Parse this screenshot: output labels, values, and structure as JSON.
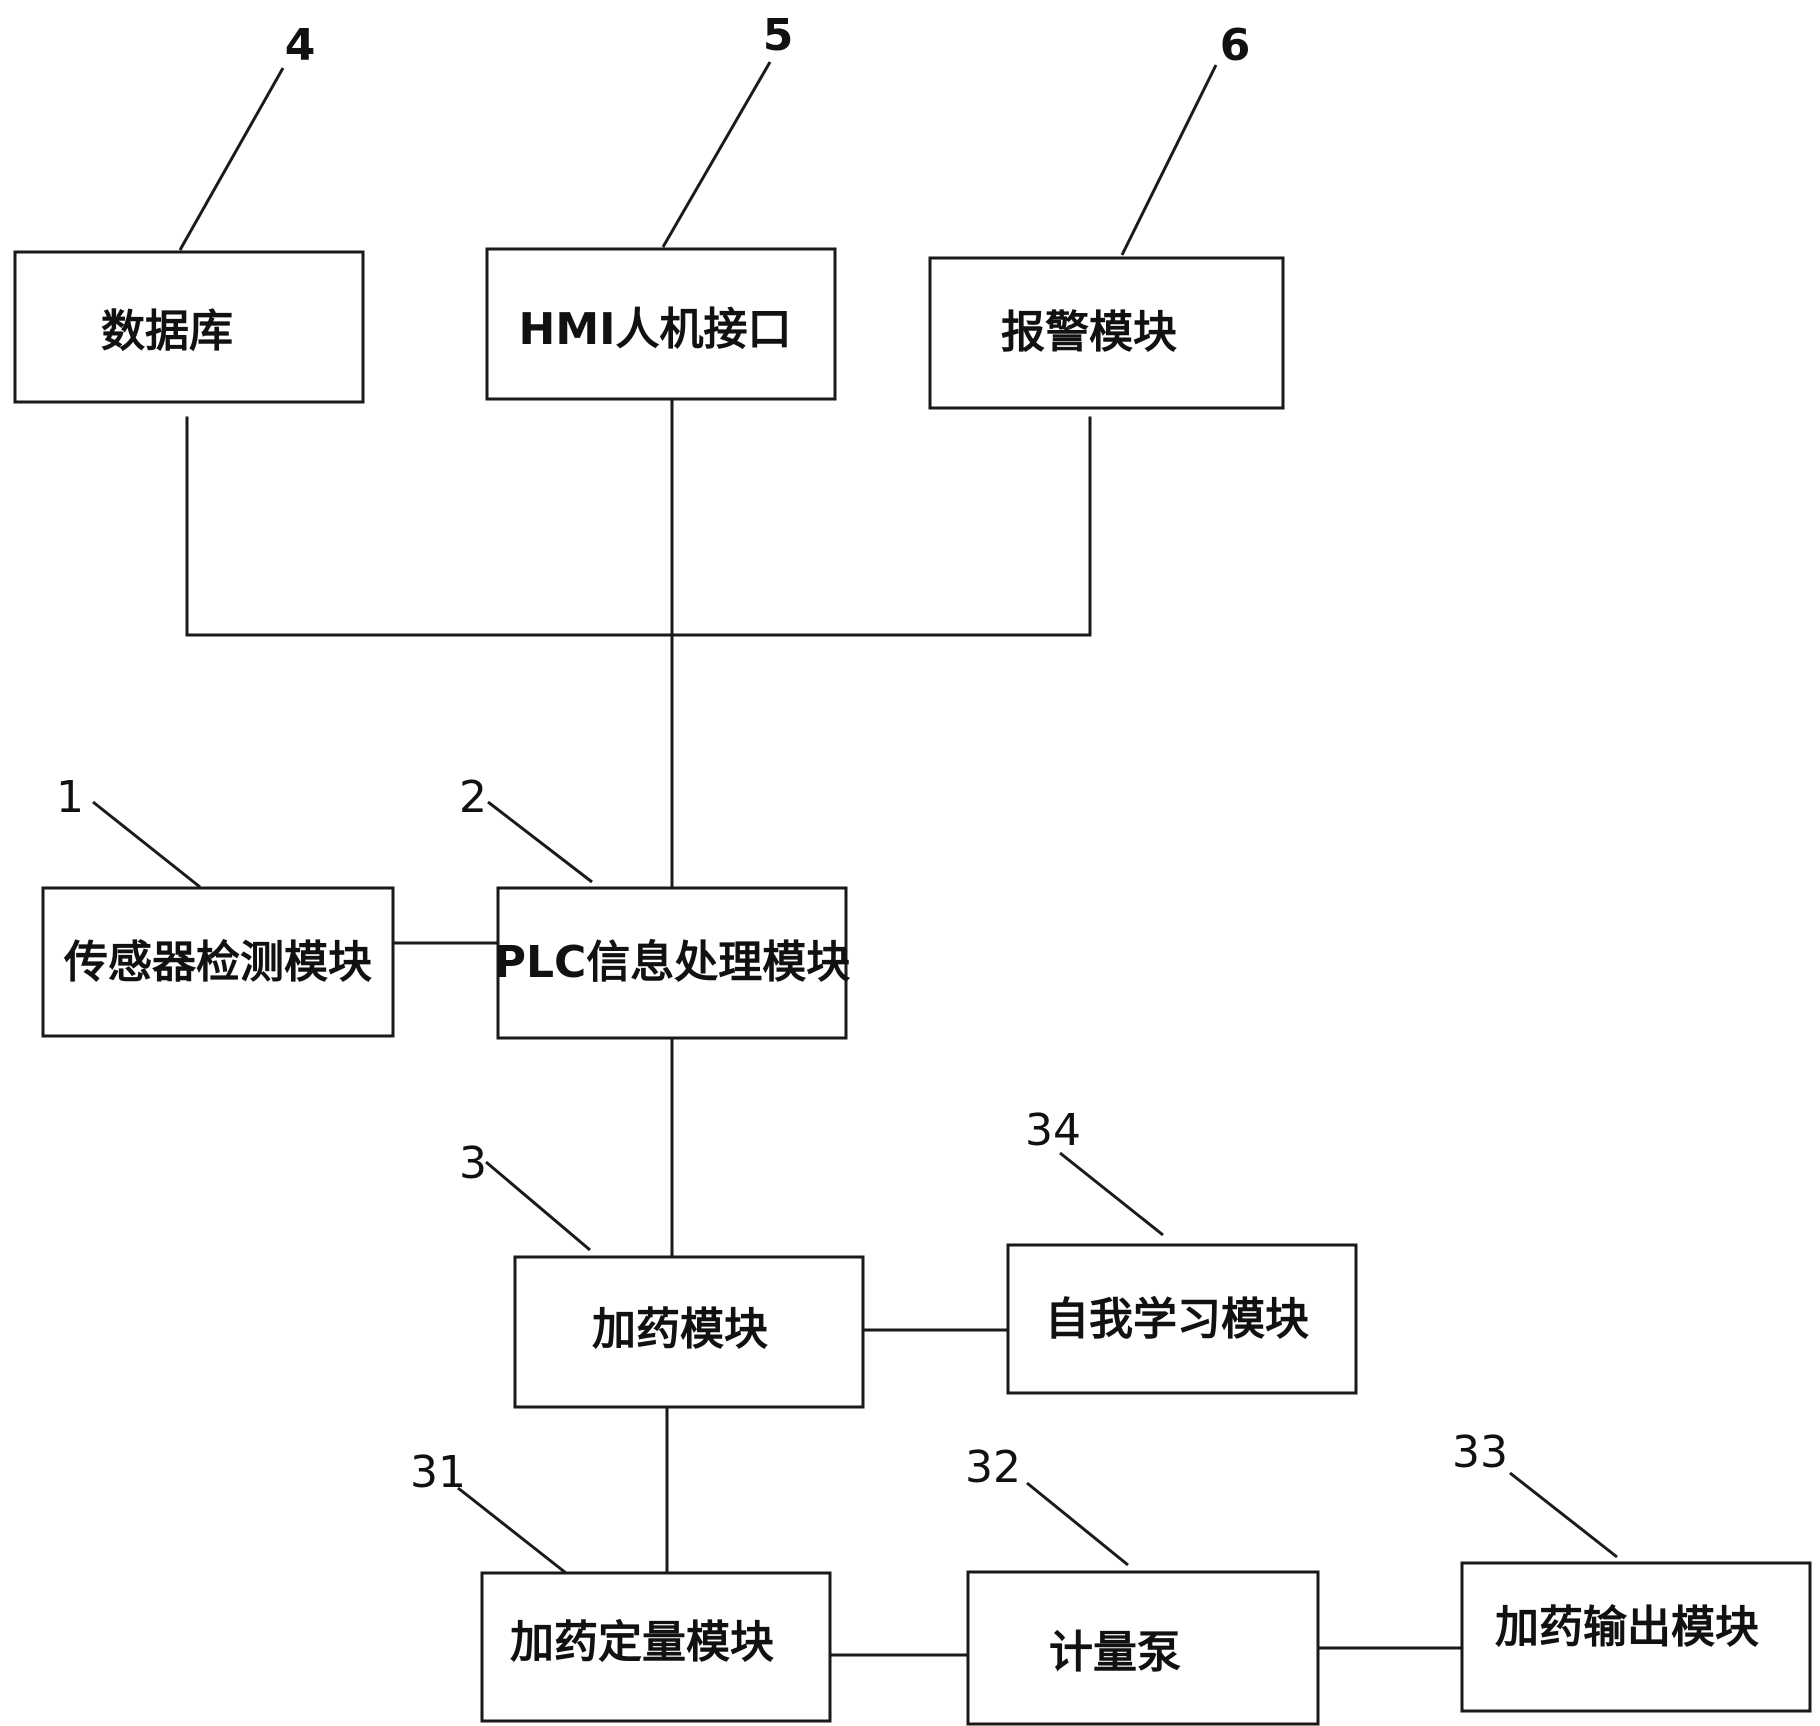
{
  "diagram": {
    "boxes": {
      "database": {
        "label": "数据库",
        "number": "4"
      },
      "hmi": {
        "label": "HMI人机接口",
        "number": "5"
      },
      "alarm": {
        "label": "报警模块",
        "number": "6"
      },
      "sensor": {
        "label": "传感器检测模块",
        "number": "1"
      },
      "plc": {
        "label": "PLC信息处理模块",
        "number": "2"
      },
      "dosing": {
        "label": "加药模块",
        "number": "3"
      },
      "self_learning": {
        "label": "自我学习模块",
        "number": "34"
      },
      "dosing_quant": {
        "label": "加药定量模块",
        "number": "31"
      },
      "meter_pump": {
        "label": "计量泵",
        "number": "32"
      },
      "dosing_output": {
        "label": "加药输出模块",
        "number": "33"
      }
    }
  }
}
